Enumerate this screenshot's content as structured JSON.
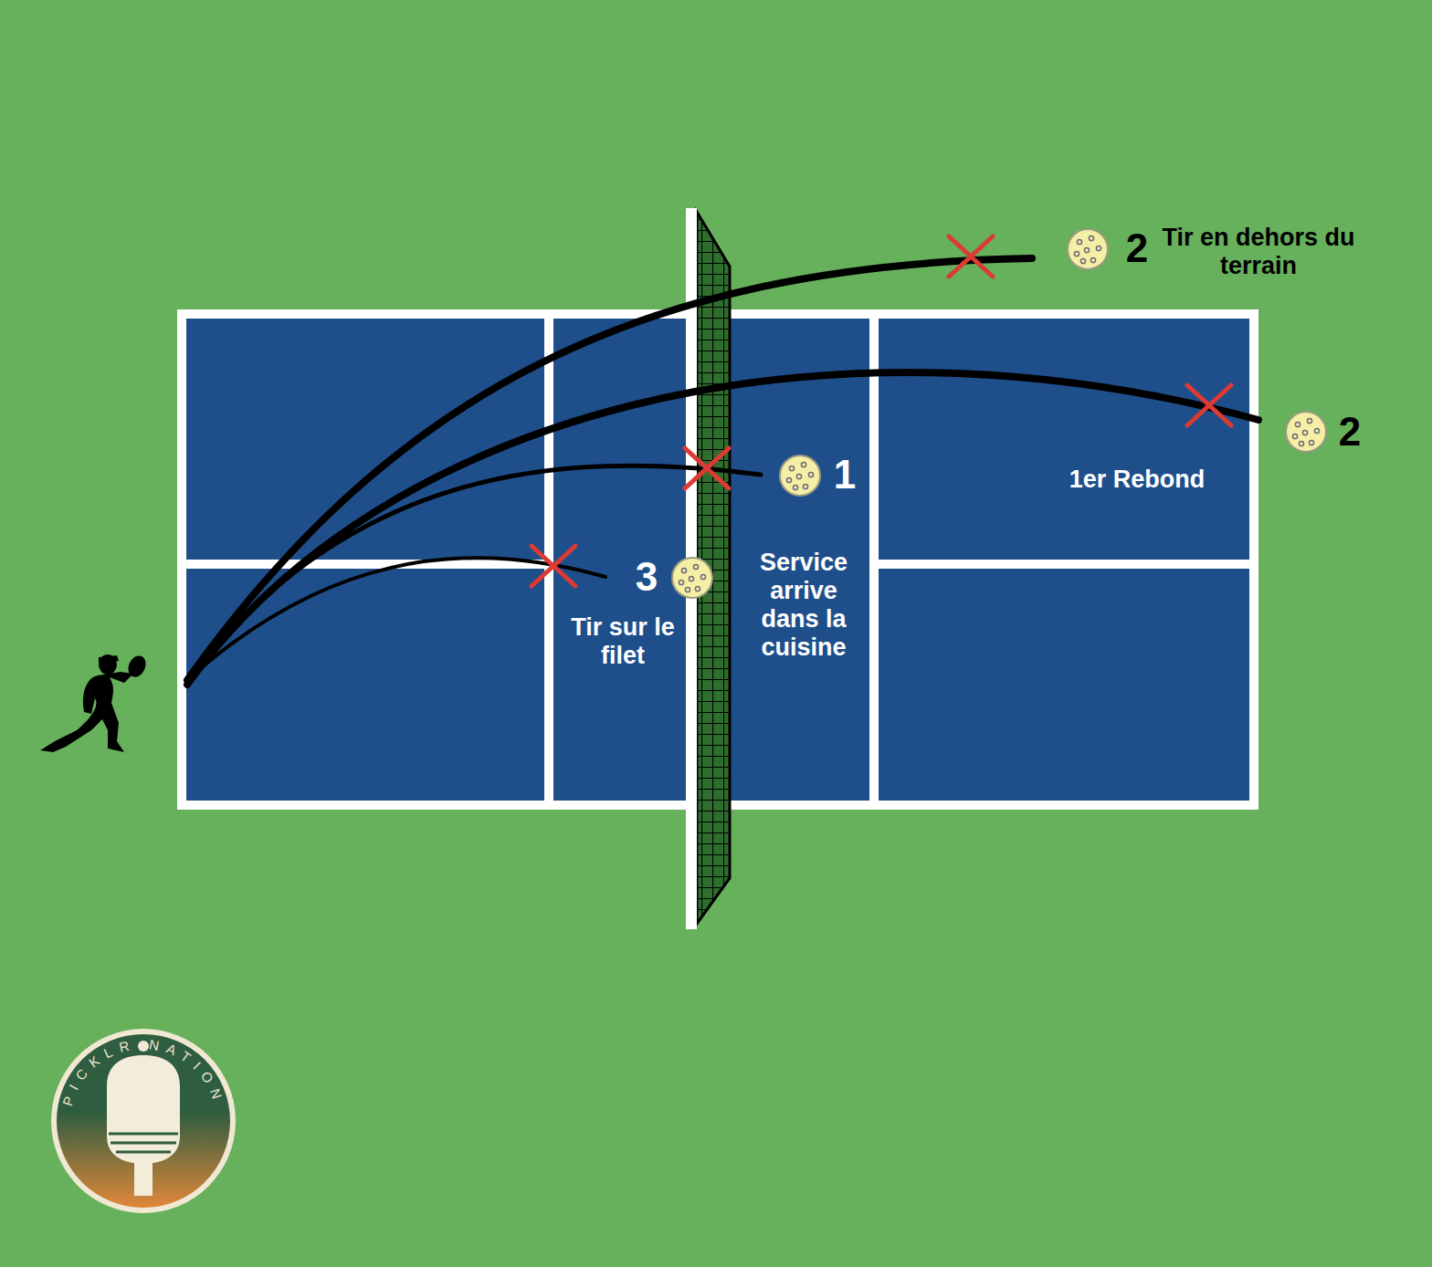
{
  "diagram": {
    "labels": [
      "2",
      "Tir en dehors du terrain",
      "2",
      "1er Rebond",
      "1",
      "Service arrive dans la cuisine",
      "3",
      "Tir sur le filet",
      "PICKLR NATION"
    ]
  }
}
